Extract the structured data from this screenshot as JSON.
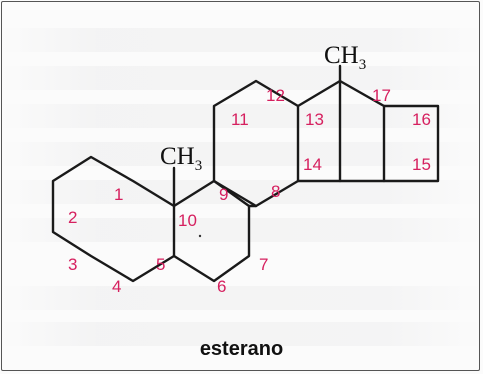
{
  "title": "esterano",
  "methyl_groups": [
    {
      "main": "CH",
      "sub": "3",
      "attached_to": "13"
    },
    {
      "main": "CH",
      "sub": "3",
      "attached_to": "10"
    }
  ],
  "atom_labels": [
    "1",
    "2",
    "3",
    "4",
    "5",
    "6",
    "7",
    "8",
    "9",
    "10",
    "11",
    "12",
    "13",
    "14",
    "15",
    "16",
    "17"
  ],
  "colors": {
    "bonds": "#1a1a1a",
    "numbers": "#d6205f",
    "text": "#111111"
  }
}
